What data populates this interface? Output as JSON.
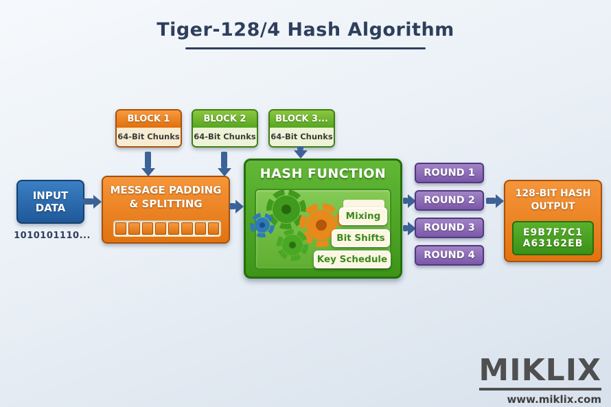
{
  "title": "Tiger-128/4 Hash Algorithm",
  "blocks": [
    {
      "label": "BLOCK 1",
      "chunks": "64-Bit Chunks"
    },
    {
      "label": "BLOCK 2",
      "chunks": "64-Bit Chunks"
    },
    {
      "label": "BLOCK 3...",
      "chunks": "64-Bit Chunks"
    }
  ],
  "input": {
    "label": "INPUT DATA",
    "binary": "1010101110..."
  },
  "padding": {
    "label": "MESSAGE PADDING & SPLITTING"
  },
  "hash_function": {
    "title": "HASH FUNCTION",
    "operations": [
      "Mixing",
      "Bit Shifts",
      "Key Schedule"
    ]
  },
  "rounds": [
    "ROUND 1",
    "ROUND 2",
    "ROUND 3",
    "ROUND 4"
  ],
  "output": {
    "label": "128-BIT HASH OUTPUT",
    "hash": [
      "E9B7F7C1",
      "A63162EB"
    ]
  },
  "branding": {
    "name": "MIKLIX",
    "website": "www.miklix.com"
  },
  "colors": {
    "orange": "#e8791c",
    "orange-dark": "#a8500a",
    "green": "#53a829",
    "green-dark": "#256e0c",
    "green-panel": "#77c24a",
    "purple": "#8a68b4",
    "purple-dark": "#52377f",
    "blue": "#2a6cb3",
    "blue-dark": "#14416f",
    "arrow": "#3c6296",
    "ink": "#2e3f5c",
    "cream": "#f7ecd2",
    "label-green": "#3a8a1d"
  }
}
